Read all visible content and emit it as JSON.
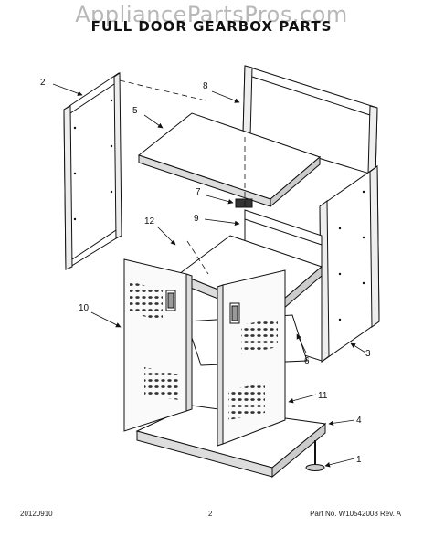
{
  "watermark": "AppliancePartsPros.com",
  "title": "FULL DOOR GEARBOX PARTS",
  "callouts": {
    "c1": "1",
    "c2": "2",
    "c3": "3",
    "c4": "4",
    "c5": "5",
    "c6": "6",
    "c7": "7",
    "c8": "8",
    "c9": "9",
    "c10": "10",
    "c11": "11",
    "c12": "12"
  },
  "footer": {
    "date": "20120910",
    "page": "2",
    "part_number": "Part No. W10542008  Rev. A"
  }
}
